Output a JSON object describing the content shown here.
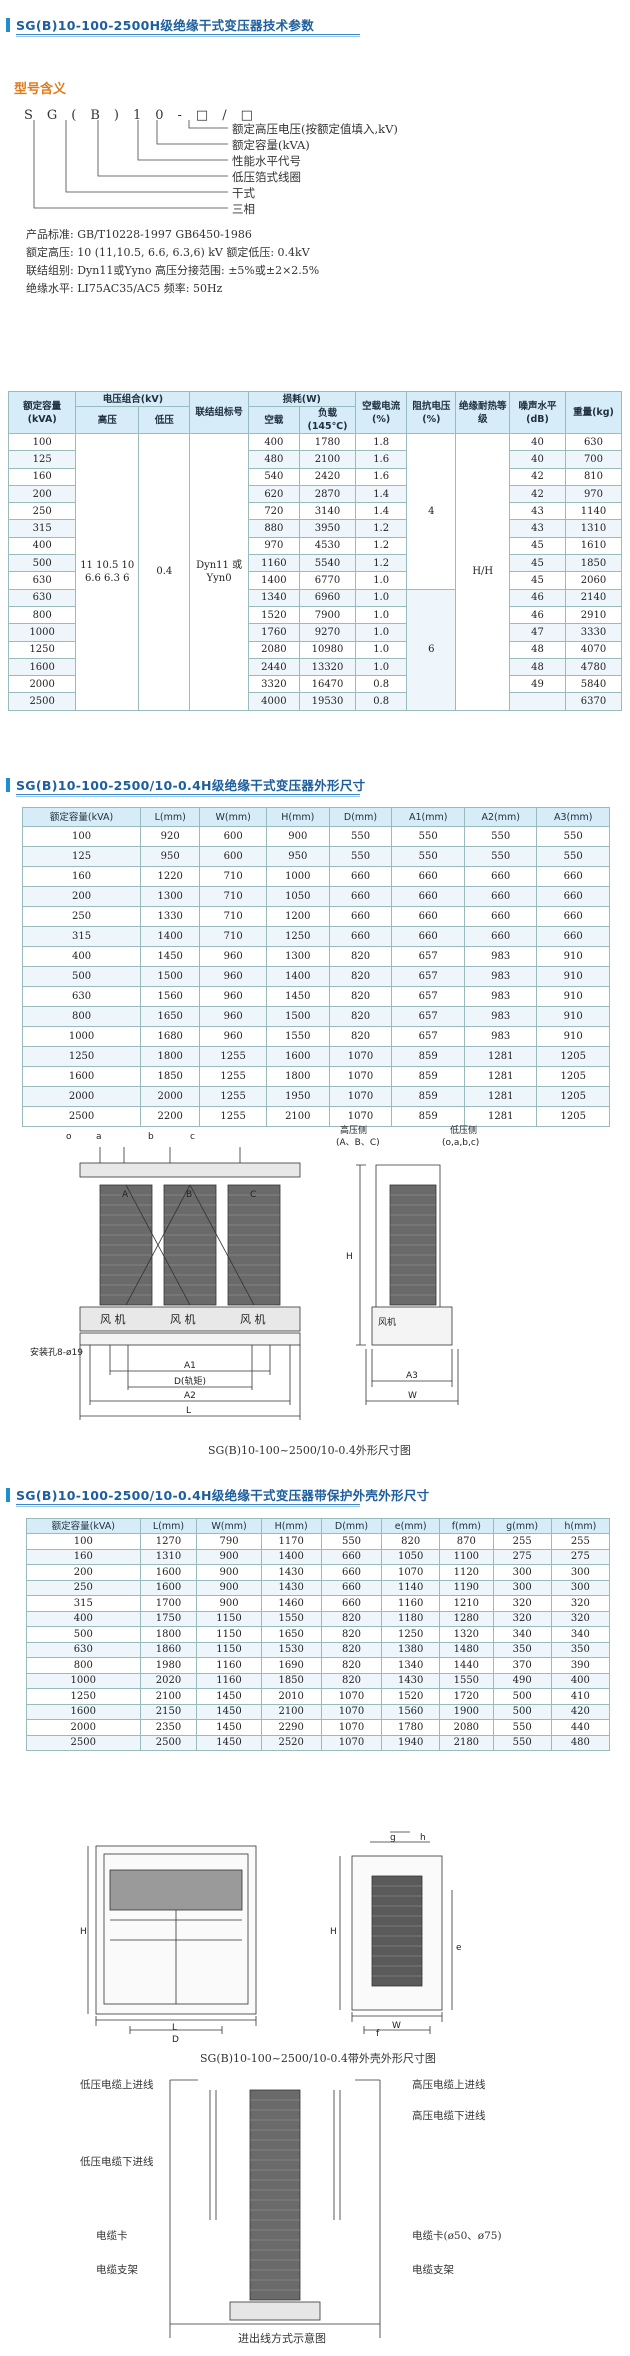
{
  "section1": {
    "title": "SG(B)10-100-2500H级绝缘干式变压器技术参数"
  },
  "model": {
    "label": "型号含义",
    "code": "SG(B)10-□/□",
    "legend": [
      "额定高压电压(按额定值填入,kV)",
      "额定容量(kVA)",
      "性能水平代号",
      "低压箔式线圈",
      "干式",
      "三相"
    ]
  },
  "standards": {
    "line1": "产品标准: GB/T10228-1997   GB6450-1986",
    "line2": "额定高压: 10 (11,10.5, 6.6, 6.3,6) kV   额定低压: 0.4kV",
    "line3": "联结组别: Dyn11或Yyno          高压分接范围: ±5%或±2×2.5%",
    "line4": "绝缘水平: LI75AC35/AC5                  频率: 50Hz"
  },
  "table1": {
    "headers": {
      "capacity": "额定容量(kVA)",
      "voltage_group": "电压组合(kV)",
      "hv": "高压",
      "lv": "低压",
      "connection": "联结组标号",
      "loss": "损耗(W)",
      "noload": "空载",
      "load": "负载(145℃)",
      "noload_current": "空载电流(%)",
      "impedance": "阻抗电压(%)",
      "insulation": "绝缘耐热等级",
      "noise": "噪声水平(dB)",
      "weight": "重量(kg)"
    },
    "merged": {
      "hv": "11 10.5 10 6.6 6.3 6",
      "lv": "0.4",
      "connection": "Dyn11 或Yyn0",
      "impedance_a": "4",
      "impedance_b": "6",
      "insulation": "H/H"
    },
    "rows": [
      [
        "100",
        "400",
        "1780",
        "1.8",
        "40",
        "630"
      ],
      [
        "125",
        "480",
        "2100",
        "1.6",
        "40",
        "700"
      ],
      [
        "160",
        "540",
        "2420",
        "1.6",
        "42",
        "810"
      ],
      [
        "200",
        "620",
        "2870",
        "1.4",
        "42",
        "970"
      ],
      [
        "250",
        "720",
        "3140",
        "1.4",
        "43",
        "1140"
      ],
      [
        "315",
        "880",
        "3950",
        "1.2",
        "43",
        "1310"
      ],
      [
        "400",
        "970",
        "4530",
        "1.2",
        "45",
        "1610"
      ],
      [
        "500",
        "1160",
        "5540",
        "1.2",
        "45",
        "1850"
      ],
      [
        "630",
        "1400",
        "6770",
        "1.0",
        "45",
        "2060"
      ],
      [
        "630",
        "1340",
        "6960",
        "1.0",
        "46",
        "2140"
      ],
      [
        "800",
        "1520",
        "7900",
        "1.0",
        "46",
        "2910"
      ],
      [
        "1000",
        "1760",
        "9270",
        "1.0",
        "47",
        "3330"
      ],
      [
        "1250",
        "2080",
        "10980",
        "1.0",
        "48",
        "4070"
      ],
      [
        "1600",
        "2440",
        "13320",
        "1.0",
        "48",
        "4780"
      ],
      [
        "2000",
        "3320",
        "16470",
        "0.8",
        "49",
        "5840"
      ],
      [
        "2500",
        "4000",
        "19530",
        "0.8",
        "",
        "6370"
      ]
    ]
  },
  "section2": {
    "title": "SG(B)10-100-2500/10-0.4H级绝缘干式变压器外形尺寸"
  },
  "table2": {
    "headers": [
      "额定容量(kVA)",
      "L(mm)",
      "W(mm)",
      "H(mm)",
      "D(mm)",
      "A1(mm)",
      "A2(mm)",
      "A3(mm)"
    ],
    "rows": [
      [
        "100",
        "920",
        "600",
        "900",
        "550",
        "550",
        "550",
        "550"
      ],
      [
        "125",
        "950",
        "600",
        "950",
        "550",
        "550",
        "550",
        "550"
      ],
      [
        "160",
        "1220",
        "710",
        "1000",
        "660",
        "660",
        "660",
        "660"
      ],
      [
        "200",
        "1300",
        "710",
        "1050",
        "660",
        "660",
        "660",
        "660"
      ],
      [
        "250",
        "1330",
        "710",
        "1200",
        "660",
        "660",
        "660",
        "660"
      ],
      [
        "315",
        "1400",
        "710",
        "1250",
        "660",
        "660",
        "660",
        "660"
      ],
      [
        "400",
        "1450",
        "960",
        "1300",
        "820",
        "657",
        "983",
        "910"
      ],
      [
        "500",
        "1500",
        "960",
        "1400",
        "820",
        "657",
        "983",
        "910"
      ],
      [
        "630",
        "1560",
        "960",
        "1450",
        "820",
        "657",
        "983",
        "910"
      ],
      [
        "800",
        "1650",
        "960",
        "1500",
        "820",
        "657",
        "983",
        "910"
      ],
      [
        "1000",
        "1680",
        "960",
        "1550",
        "820",
        "657",
        "983",
        "910"
      ],
      [
        "1250",
        "1800",
        "1255",
        "1600",
        "1070",
        "859",
        "1281",
        "1205"
      ],
      [
        "1600",
        "1850",
        "1255",
        "1800",
        "1070",
        "859",
        "1281",
        "1205"
      ],
      [
        "2000",
        "2000",
        "1255",
        "1950",
        "1070",
        "859",
        "1281",
        "1205"
      ],
      [
        "2500",
        "2200",
        "1255",
        "2100",
        "1070",
        "859",
        "1281",
        "1205"
      ]
    ]
  },
  "diagram1": {
    "labels": {
      "o": "o",
      "a": "a",
      "b": "b",
      "c": "c",
      "A": "A",
      "B": "B",
      "C": "C",
      "fan1": "风 机",
      "fan2": "风 机",
      "fan3": "风 机",
      "mount": "安装孔8-ø19",
      "A1": "A1",
      "D": "D(轨矩)",
      "A2": "A2",
      "L": "L",
      "H": "H",
      "hv_side": "高压侧",
      "hv_abc": "(A、B、C)",
      "lv_side": "低压侧",
      "lv_abc": "(o,a,b,c)",
      "fan_side": "风机",
      "A3": "A3",
      "W": "W"
    },
    "caption": "SG(B)10-100~2500/10-0.4外形尺寸图"
  },
  "section3": {
    "title": "SG(B)10-100-2500/10-0.4H级绝缘干式变压器带保护外壳外形尺寸"
  },
  "table3": {
    "headers": [
      "额定容量(kVA)",
      "L(mm)",
      "W(mm)",
      "H(mm)",
      "D(mm)",
      "e(mm)",
      "f(mm)",
      "g(mm)",
      "h(mm)"
    ],
    "rows": [
      [
        "100",
        "1270",
        "790",
        "1170",
        "550",
        "820",
        "870",
        "255",
        "255"
      ],
      [
        "160",
        "1310",
        "900",
        "1400",
        "660",
        "1050",
        "1100",
        "275",
        "275"
      ],
      [
        "200",
        "1600",
        "900",
        "1430",
        "660",
        "1070",
        "1120",
        "300",
        "300"
      ],
      [
        "250",
        "1600",
        "900",
        "1430",
        "660",
        "1140",
        "1190",
        "300",
        "300"
      ],
      [
        "315",
        "1700",
        "900",
        "1460",
        "660",
        "1160",
        "1210",
        "320",
        "320"
      ],
      [
        "400",
        "1750",
        "1150",
        "1550",
        "820",
        "1180",
        "1280",
        "320",
        "320"
      ],
      [
        "500",
        "1800",
        "1150",
        "1650",
        "820",
        "1250",
        "1320",
        "340",
        "340"
      ],
      [
        "630",
        "1860",
        "1150",
        "1530",
        "820",
        "1380",
        "1480",
        "350",
        "350"
      ],
      [
        "800",
        "1980",
        "1160",
        "1690",
        "820",
        "1340",
        "1440",
        "370",
        "390"
      ],
      [
        "1000",
        "2020",
        "1160",
        "1850",
        "820",
        "1430",
        "1550",
        "490",
        "400"
      ],
      [
        "1250",
        "2100",
        "1450",
        "2010",
        "1070",
        "1520",
        "1720",
        "500",
        "410"
      ],
      [
        "1600",
        "2150",
        "1450",
        "2100",
        "1070",
        "1560",
        "1900",
        "500",
        "420"
      ],
      [
        "2000",
        "2350",
        "1450",
        "2290",
        "1070",
        "1780",
        "2080",
        "550",
        "440"
      ],
      [
        "2500",
        "2500",
        "1450",
        "2520",
        "1070",
        "1940",
        "2180",
        "550",
        "480"
      ]
    ]
  },
  "diagram2": {
    "labels": {
      "L": "L",
      "W": "W",
      "D": "D",
      "H": "H",
      "H2": "H",
      "e": "e",
      "f": "f",
      "g": "g",
      "h": "h"
    },
    "caption": "SG(B)10-100~2500/10-0.4带外壳外形尺寸图"
  },
  "diagram3": {
    "left_labels": [
      "低压电缆上进线",
      "低压电缆下进线",
      "电缆卡",
      "电缆支架"
    ],
    "right_labels": [
      "高压电缆上进线",
      "高压电缆下进线",
      "电缆卡(ø50、ø75)",
      "电缆支架"
    ],
    "caption": "进出线方式示意图"
  }
}
